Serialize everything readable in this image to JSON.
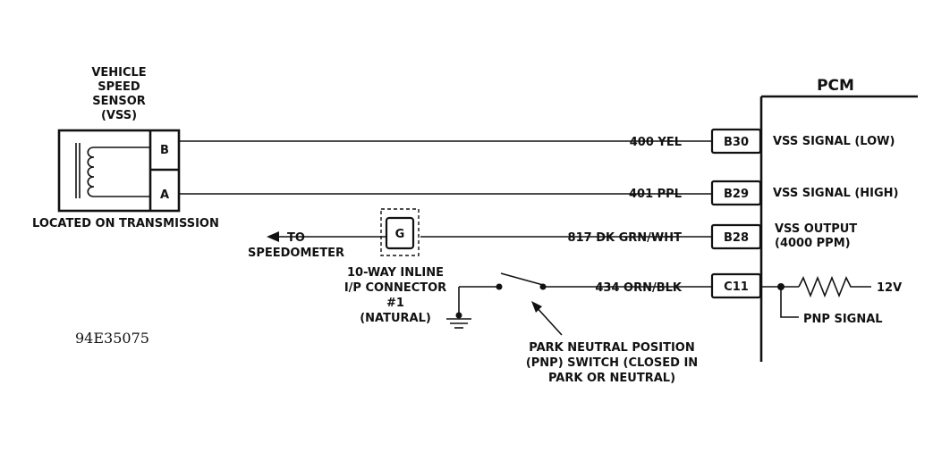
{
  "sensor": {
    "title_lines": [
      "VEHICLE",
      "SPEED",
      "SENSOR",
      "(VSS)"
    ],
    "pin_b": "B",
    "pin_a": "A",
    "location": "LOCATED ON TRANSMISSION"
  },
  "pcm": {
    "title": "PCM",
    "pins": [
      {
        "pin": "B30",
        "wire": "400 YEL",
        "signal_lines": [
          "VSS SIGNAL (LOW)"
        ]
      },
      {
        "pin": "B29",
        "wire": "401 PPL",
        "signal_lines": [
          "VSS SIGNAL (HIGH)"
        ]
      },
      {
        "pin": "B28",
        "wire": "817 DK GRN/WHT",
        "signal_lines": [
          "VSS OUTPUT",
          "(4000 PPM)"
        ]
      },
      {
        "pin": "C11",
        "wire": "434 ORN/BLK",
        "signal_lines": []
      }
    ],
    "supply_voltage": "12V",
    "pnp_signal": "PNP SIGNAL"
  },
  "connector": {
    "pin": "G",
    "to_lines": [
      "TO",
      "SPEEDOMETER"
    ],
    "label_lines": [
      "10-WAY INLINE",
      "I/P CONNECTOR",
      "#1",
      "(NATURAL)"
    ]
  },
  "switch": {
    "label_lines": [
      "PARK NEUTRAL POSITION",
      "(PNP) SWITCH (CLOSED IN",
      "PARK OR NEUTRAL)"
    ]
  },
  "figure_code": "94E35075"
}
